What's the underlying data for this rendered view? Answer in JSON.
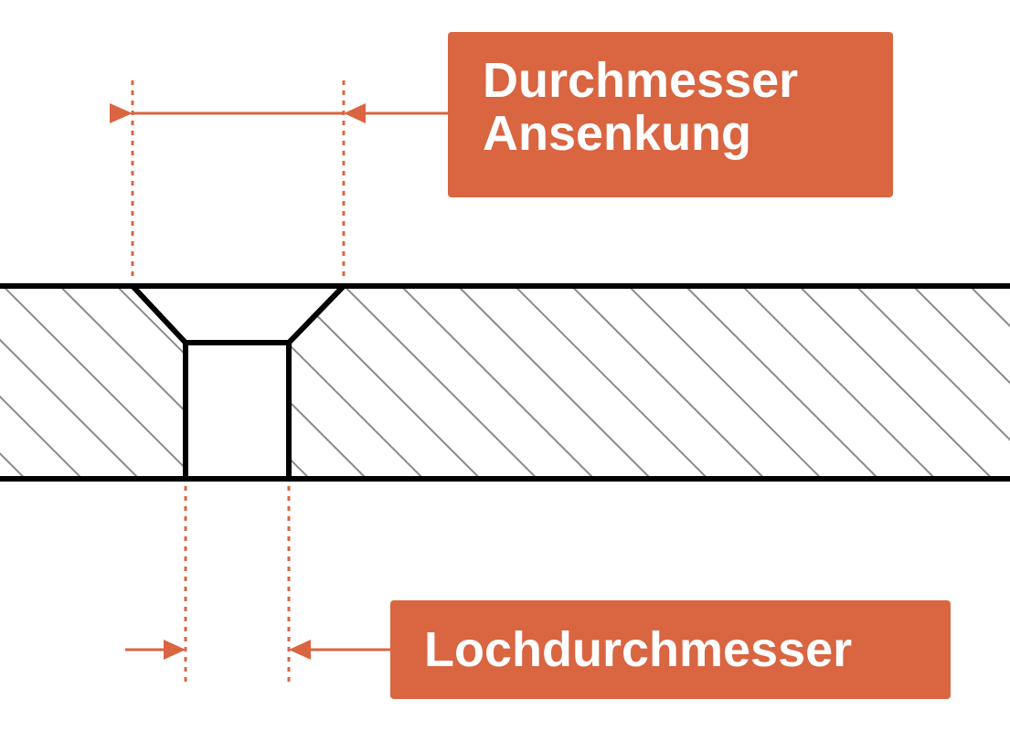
{
  "labels": {
    "countersink_line1": "Durchmesser",
    "countersink_line2": "Ansenkung",
    "hole": "Lochdurchmesser"
  },
  "colors": {
    "accent": "#d96541",
    "outline": "#000000",
    "hatch": "#8a8a8a",
    "label_text": "#ffffff",
    "background": "#ffffff"
  }
}
